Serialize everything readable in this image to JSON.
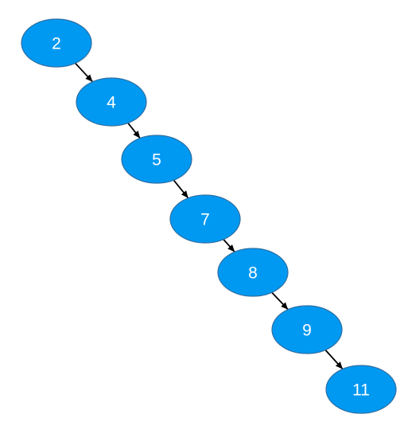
{
  "diagram": {
    "type": "binary-tree-chain",
    "node_fill": "#0099f2",
    "node_stroke": "#2e6fa3",
    "edge_color": "#000000",
    "label_color": "#ffffff",
    "nodes": [
      {
        "id": "n2",
        "label": "2"
      },
      {
        "id": "n4",
        "label": "4"
      },
      {
        "id": "n5",
        "label": "5"
      },
      {
        "id": "n7",
        "label": "7"
      },
      {
        "id": "n8",
        "label": "8"
      },
      {
        "id": "n9",
        "label": "9"
      },
      {
        "id": "n11",
        "label": "11"
      }
    ],
    "edges": [
      {
        "from": "n2",
        "to": "n4"
      },
      {
        "from": "n4",
        "to": "n5"
      },
      {
        "from": "n5",
        "to": "n7"
      },
      {
        "from": "n7",
        "to": "n8"
      },
      {
        "from": "n8",
        "to": "n9"
      },
      {
        "from": "n9",
        "to": "n11"
      }
    ]
  }
}
